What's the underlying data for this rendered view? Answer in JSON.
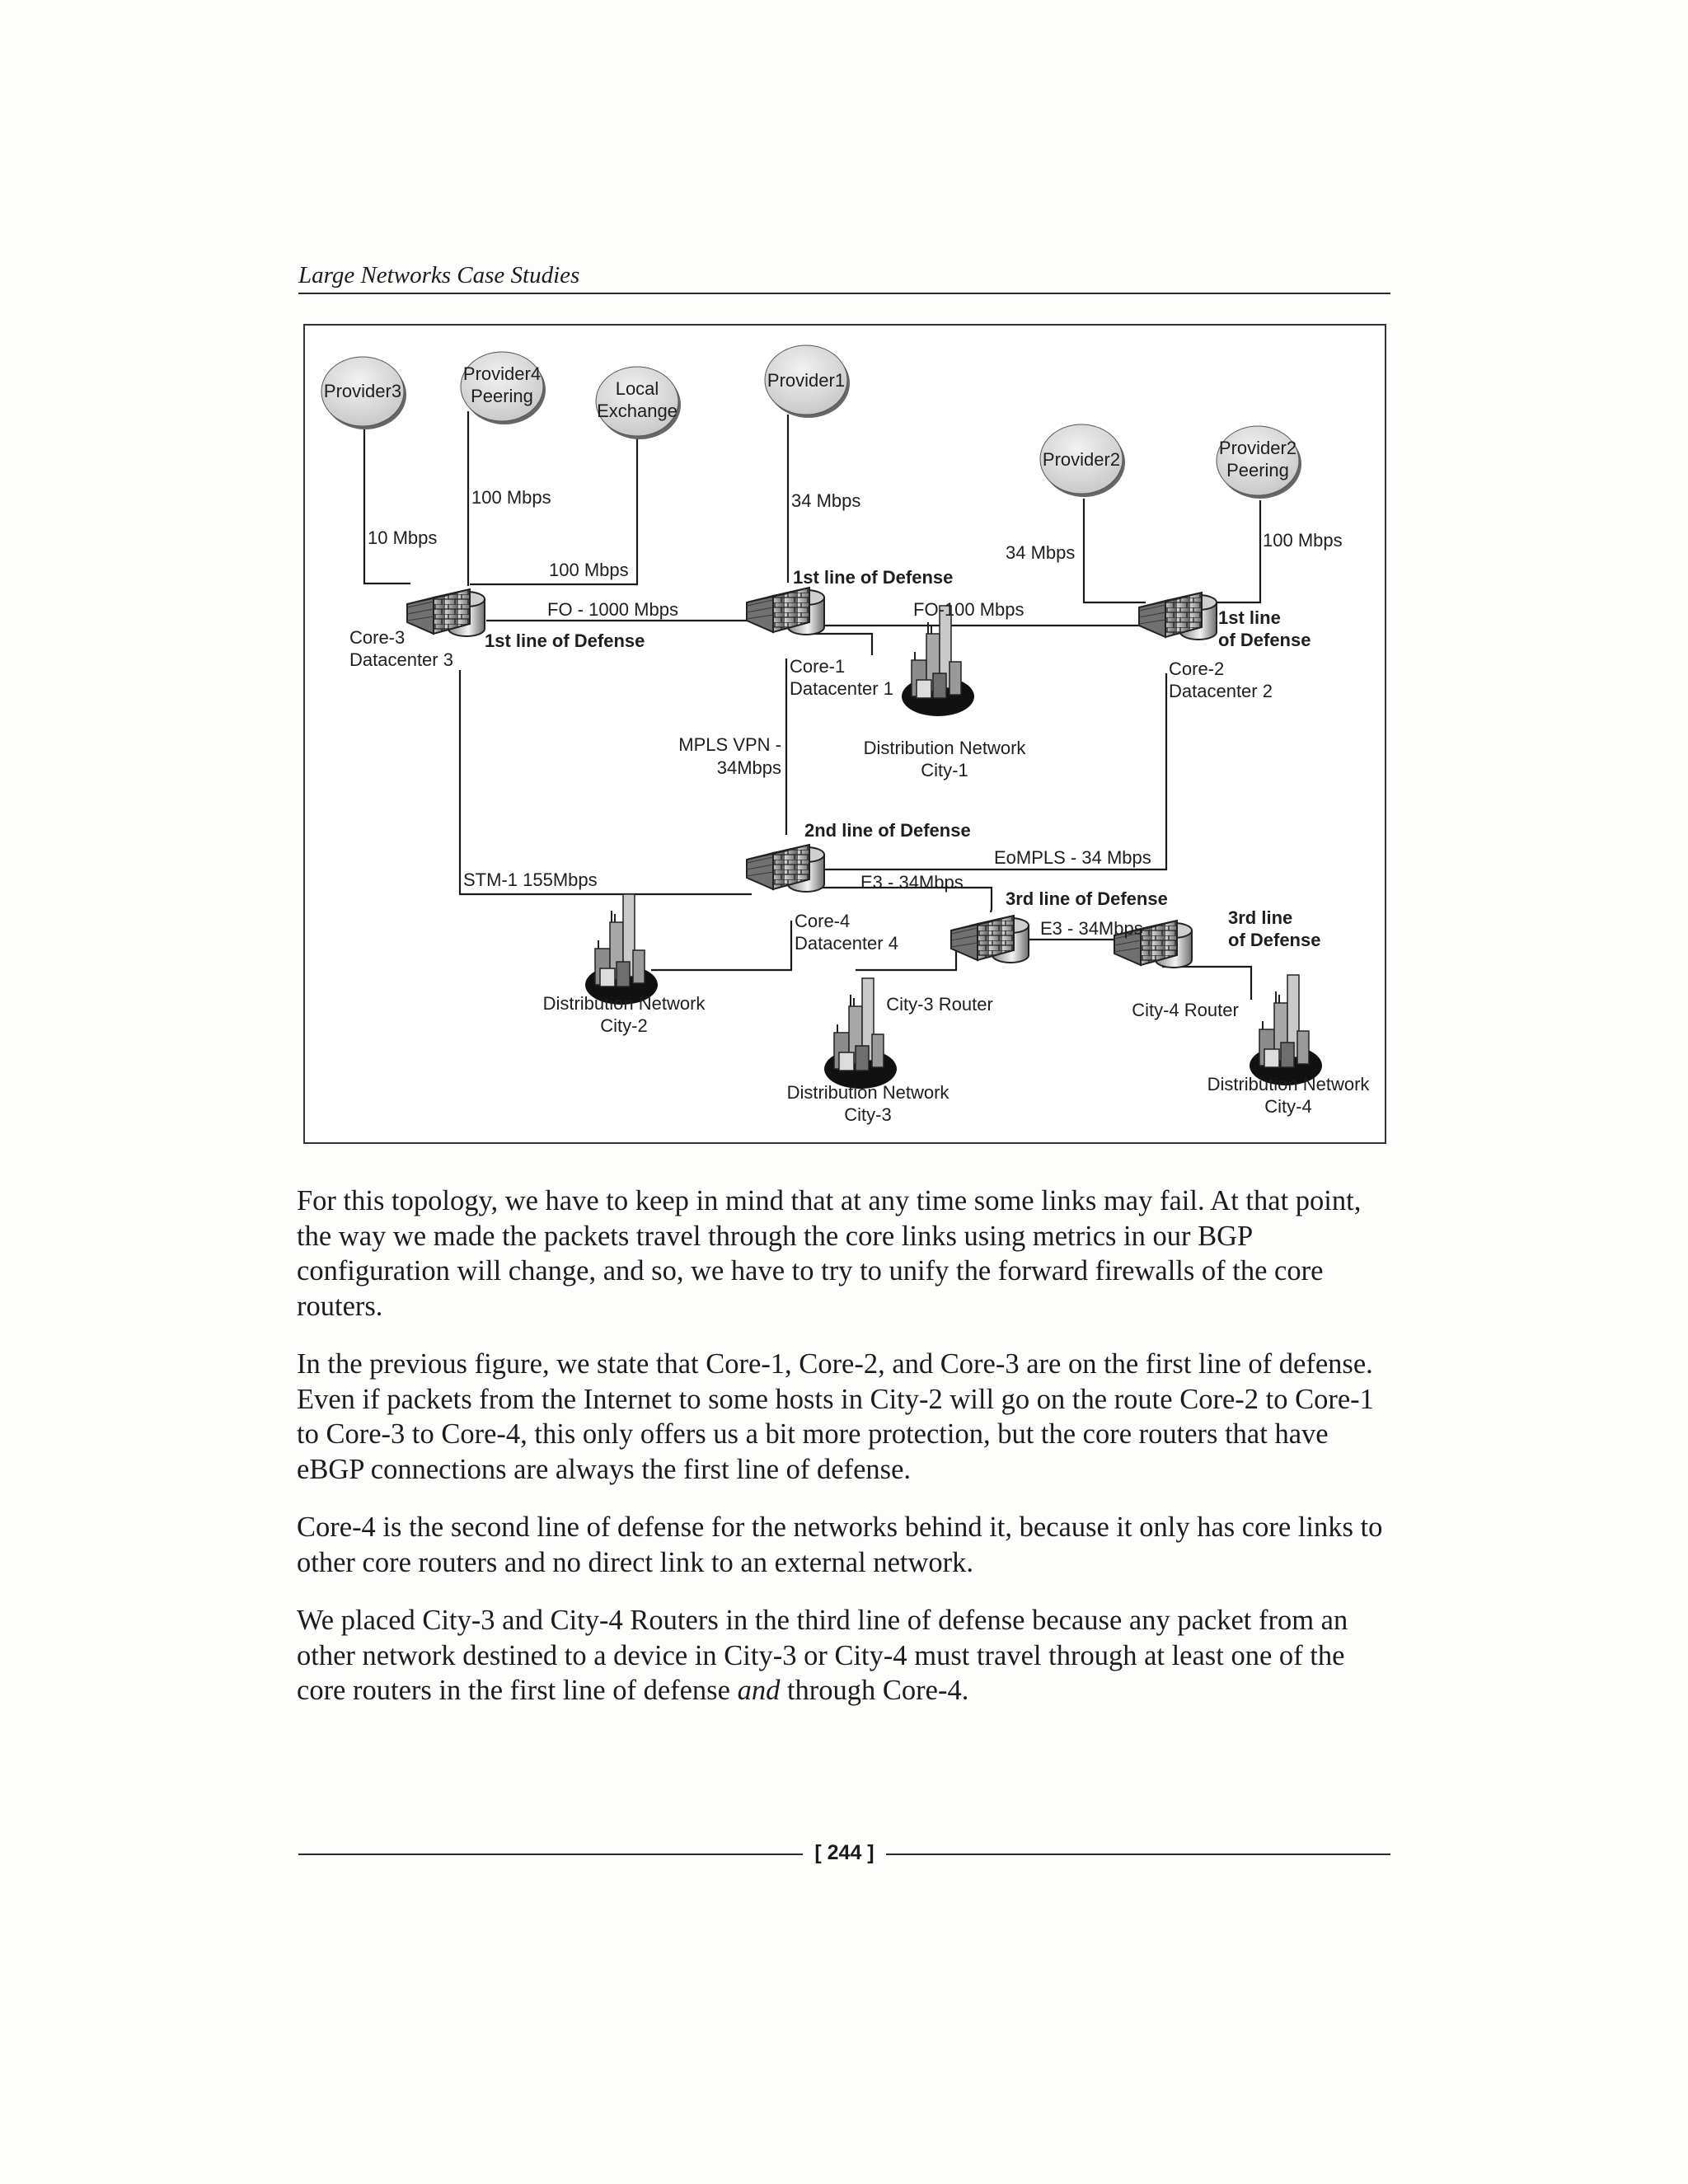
{
  "header": {
    "running_title": "Large Networks Case Studies"
  },
  "diagram": {
    "providers": {
      "provider3": [
        "Provider3"
      ],
      "provider4": [
        "Provider4",
        "Peering"
      ],
      "local_exchange": [
        "Local",
        "Exchange"
      ],
      "provider1": [
        "Provider1"
      ],
      "provider2": [
        "Provider2"
      ],
      "provider2_peering": [
        "Provider2",
        "Peering"
      ]
    },
    "links": {
      "p3_core3": "10 Mbps",
      "p4_core3": "100 Mbps",
      "le_core3": "100 Mbps",
      "p1_core1": "34 Mbps",
      "p2_core2": "34 Mbps",
      "p2peer_core2": "100 Mbps",
      "core3_core1": "FO - 1000 Mbps",
      "core1_core2": "FO-100 Mbps",
      "core1_core4": [
        "MPLS VPN -",
        "34Mbps"
      ],
      "core3_core4": "STM-1 155Mbps",
      "core2_core4": "EoMPLS - 34 Mbps",
      "core4_city3": "E3 - 34Mbps",
      "city3_city4": "E3 - 34Mbps"
    },
    "routers": {
      "core3": [
        "Core-3",
        "Datacenter 3"
      ],
      "core1": [
        "Core-1",
        "Datacenter 1"
      ],
      "core2": [
        "Core-2",
        "Datacenter 2"
      ],
      "core4": [
        "Core-4",
        "Datacenter 4"
      ],
      "city3": "City-3 Router",
      "city4": "City-4 Router"
    },
    "defense": {
      "core3": "1st line of Defense",
      "core1": "1st line of Defense",
      "core2": [
        "1st line",
        "of Defense"
      ],
      "core4": "2nd line of Defense",
      "city3": "3rd line of Defense",
      "city4": [
        "3rd line",
        "of Defense"
      ]
    },
    "distribution": {
      "city1": [
        "Distribution Network",
        "City-1"
      ],
      "city2": [
        "Distribution Network",
        "City-2"
      ],
      "city3": [
        "Distribution Network",
        "City-3"
      ],
      "city4": [
        "Distribution Network",
        "City-4"
      ]
    }
  },
  "body": {
    "p1": "For this topology, we have to keep in mind that at any time some links may fail. At that point, the way we made the packets travel through the core links using metrics in our BGP configuration will change, and so, we have to try to unify the forward firewalls of the core routers.",
    "p2": "In the previous figure, we state that Core-1, Core-2, and Core-3 are on the first line of defense. Even if packets from the Internet to some hosts in City-2 will go on the route Core-2 to Core-1 to Core-3 to Core-4, this only offers us a bit more protection, but the core routers that have eBGP connections are always the first line of defense.",
    "p3": "Core-4 is the second line of defense for the networks behind it, because it only has core links to other core routers and no direct link to an external network.",
    "p4_before": "We placed City-3 and City-4 Routers in the third line of defense because any packet from an other network destined to a device in City-3 or City-4 must travel through at least one of the core routers in the first line of defense ",
    "p4_em": "and",
    "p4_after": " through Core-4."
  },
  "footer": {
    "page_number": "[ 244 ]"
  }
}
